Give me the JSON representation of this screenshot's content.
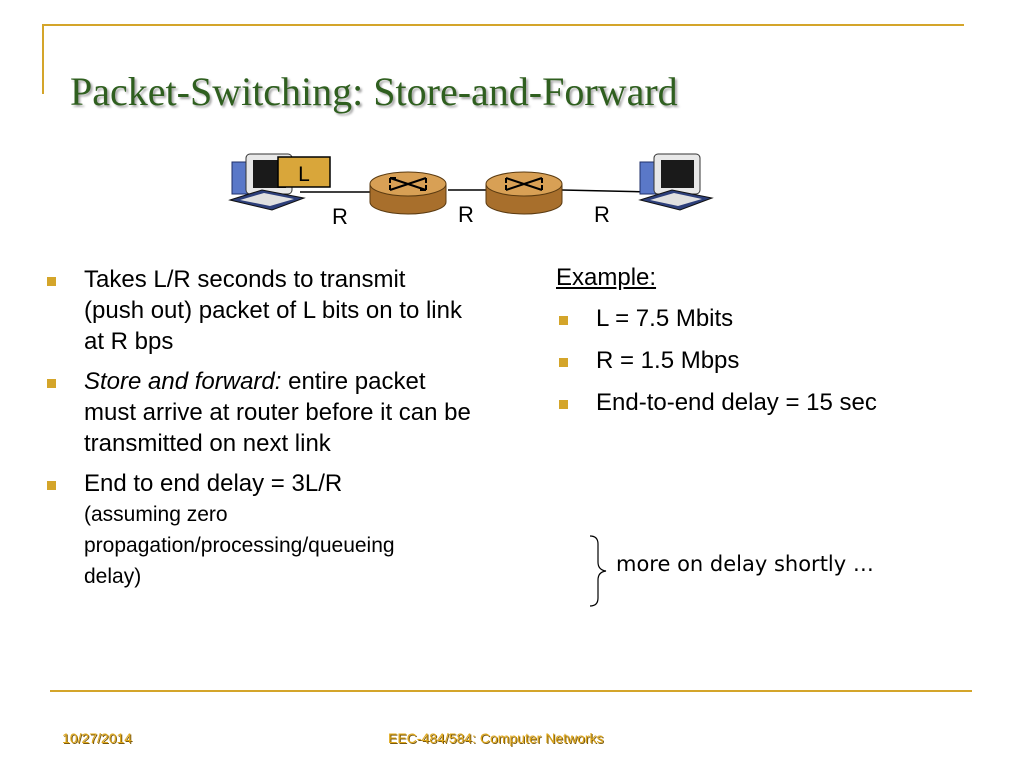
{
  "slide": {
    "title": "Packet-Switching: Store-and-Forward"
  },
  "diagram": {
    "packet_label": "L",
    "link_labels": [
      "R",
      "R",
      "R"
    ]
  },
  "left_bullets": [
    {
      "text": "Takes L/R seconds to transmit (push out) packet of L bits on to link at R bps"
    },
    {
      "emphasis": "Store and forward:",
      "text": " entire packet must  arrive at router before it can be transmitted on next link"
    },
    {
      "text": "End to end delay = 3L/R",
      "note": "(assuming zero propagation/processing/queueing delay)"
    }
  ],
  "example": {
    "heading": "Example:",
    "items": [
      "L = 7.5 Mbits",
      "R = 1.5 Mbps",
      "End-to-end delay = 15 sec"
    ]
  },
  "aside": {
    "text": "more on delay shortly …"
  },
  "footer": {
    "date": "10/27/2014",
    "course": "EEC-484/584: Computer Networks"
  },
  "colors": {
    "accent": "#d4a52a",
    "title": "#2f5f1f",
    "router": "#c8893a",
    "packet": "#d9a63a"
  },
  "icons": [
    "desktop-computer-icon",
    "router-icon"
  ]
}
